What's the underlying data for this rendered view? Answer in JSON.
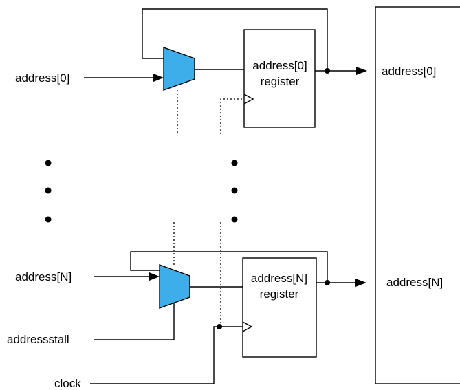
{
  "colors": {
    "mux_fill": "#3daee9",
    "line": "#000000",
    "background": "#ffffff"
  },
  "inputs": {
    "address_0": "address[0]",
    "address_n": "address[N]",
    "addressstall": "addressstall",
    "clock": "clock"
  },
  "registers": {
    "r0": {
      "line1": "address[0]",
      "line2": "register"
    },
    "rn": {
      "line1": "address[N]",
      "line2": "register"
    }
  },
  "outputs": {
    "address_0": "address[0]",
    "address_n": "address[N]"
  }
}
